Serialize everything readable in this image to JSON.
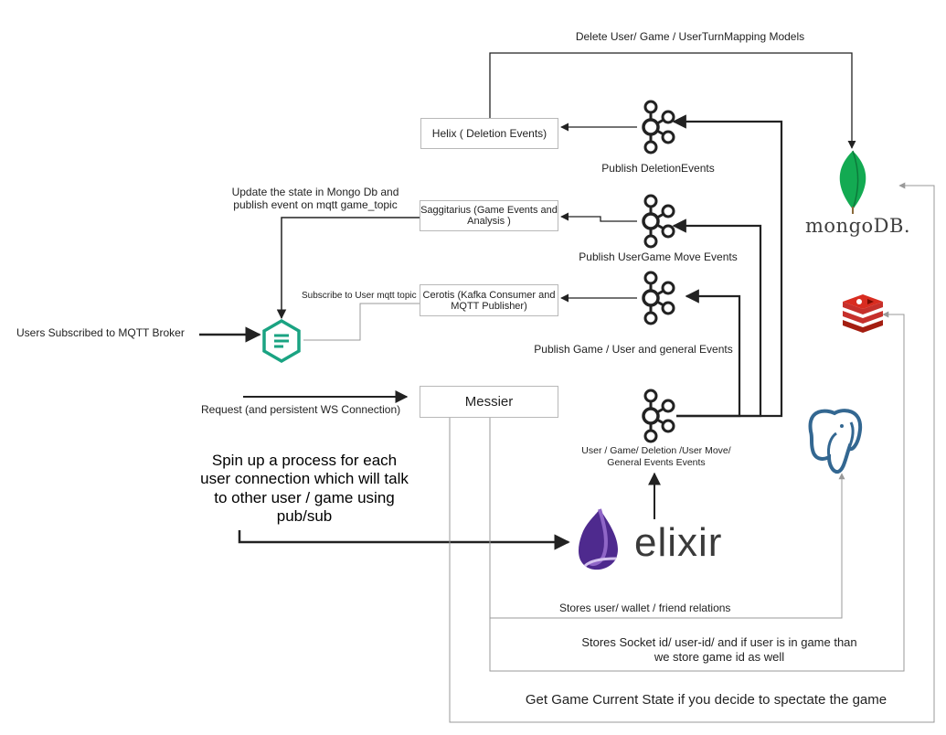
{
  "boxes": {
    "helix": "Helix ( Deletion Events)",
    "saggitarius": "Saggitarius (Game Events and Analysis )",
    "cerotis": "Cerotis (Kafka Consumer and MQTT Publisher)",
    "messier": "Messier"
  },
  "labels": {
    "delete_models": "Delete User/ Game / UserTurnMapping Models",
    "publish_deletion": "Publish DeletionEvents",
    "update_state": "Update the state in  Mongo Db and publish event on mqtt game_topic",
    "publish_usergame_move": "Publish UserGame Move Events",
    "subscribe_user_topic": "Subscribe to User mqtt topic",
    "users_subscribed": "Users Subscribed to MQTT Broker",
    "publish_game_user": "Publish Game / User and general Events",
    "request_ws": "Request (and persistent WS Connection)",
    "kafka_all_events": "User / Game/ Deletion /User Move/ General Events Events",
    "spin_up": "Spin up a process for each user connection which will talk to other user / game using pub/sub",
    "stores_user": "Stores user/ wallet / friend relations",
    "stores_socket": "Stores Socket id/ user-id/ and if user is in game than we store game id as well",
    "get_game_state": "Get Game Current State if you decide to spectate the game"
  },
  "logos": {
    "mongodb": "mongoDB.",
    "elixir": "elixir"
  },
  "icons": {
    "kafka": "kafka-icon",
    "mqtt_broker": "mqtt-broker-icon",
    "redis": "redis-icon",
    "postgres": "postgres-elephant-icon"
  },
  "colors": {
    "mongo_green": "#13aa52",
    "redis_red": "#c6302b",
    "postgres_blue": "#336791",
    "elixir_purple": "#4e2a8e",
    "mqtt_teal": "#1aa382"
  }
}
